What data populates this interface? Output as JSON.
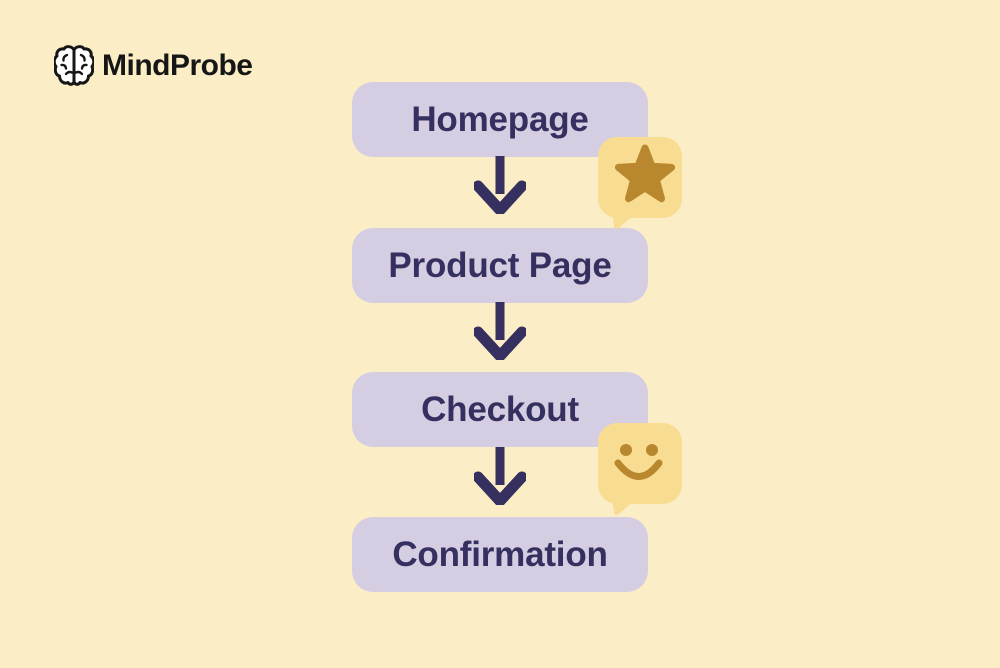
{
  "brand": {
    "name": "MindProbe",
    "logo_icon": "brain-icon"
  },
  "flow": {
    "steps": [
      {
        "id": "homepage",
        "label": "Homepage"
      },
      {
        "id": "product-page",
        "label": "Product Page"
      },
      {
        "id": "checkout",
        "label": "Checkout"
      },
      {
        "id": "confirmation",
        "label": "Confirmation"
      }
    ]
  },
  "annotations": [
    {
      "icon": "star-icon",
      "between": [
        "Homepage",
        "Product Page"
      ]
    },
    {
      "icon": "smiley-icon",
      "between": [
        "Checkout",
        "Confirmation"
      ]
    }
  ],
  "colors": {
    "bg": "#fbeec6",
    "box": "#d5cde1",
    "ink": "#35305f",
    "bubble": "#f8dc92",
    "gold": "#b9882e",
    "logo_ink": "#161616"
  }
}
